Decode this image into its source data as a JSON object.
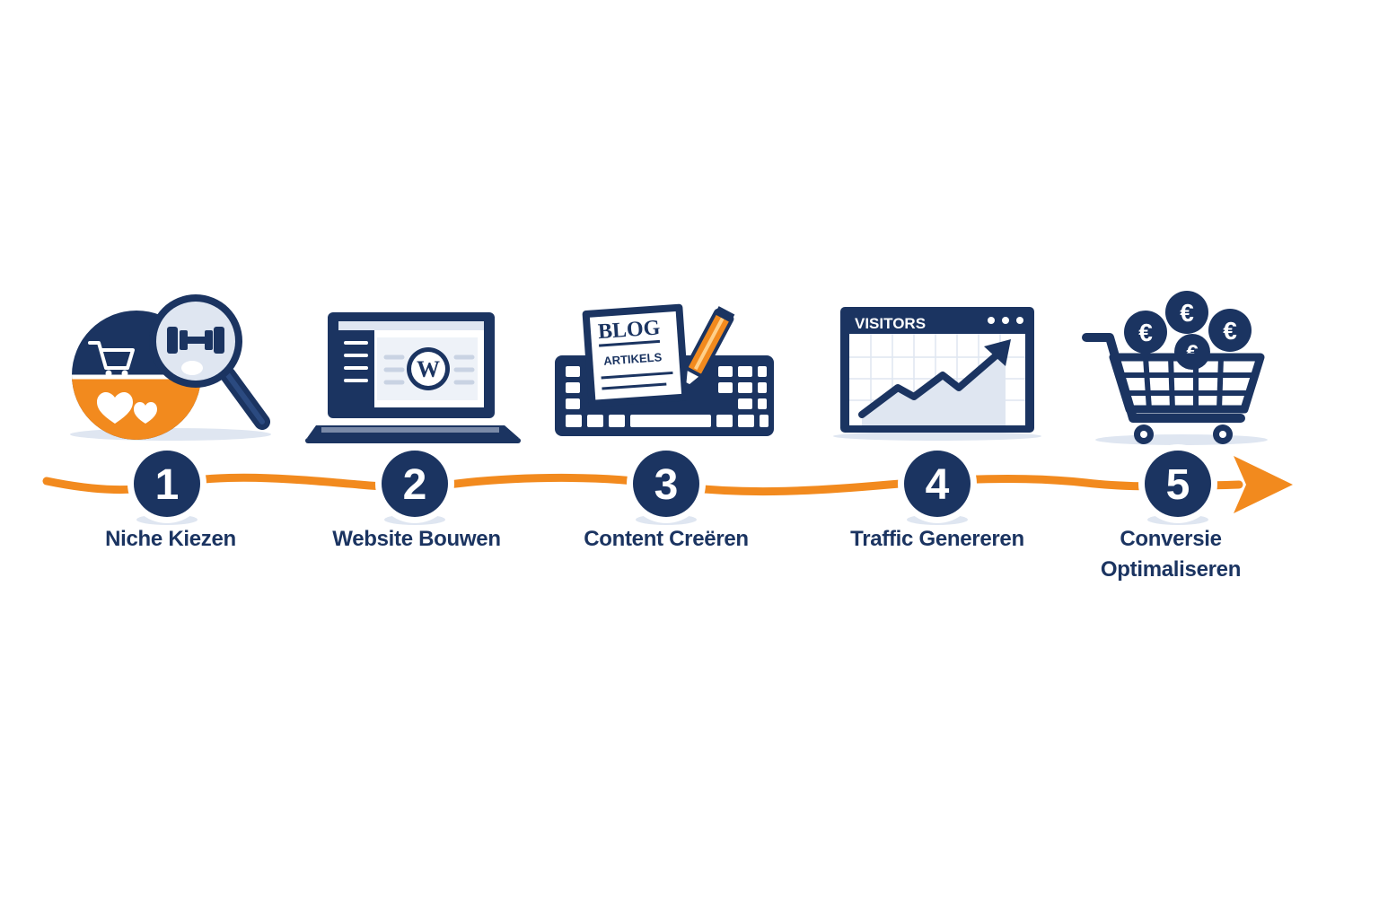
{
  "colors": {
    "navy": "#1b3461",
    "orange": "#f28a1e",
    "light": "#dfe6f1",
    "white": "#ffffff"
  },
  "steps": [
    {
      "number": "1",
      "label": [
        "Niche Kiezen"
      ],
      "icon": "niche-search-icon"
    },
    {
      "number": "2",
      "label": [
        "Website Bouwen"
      ],
      "icon": "wordpress-laptop-icon"
    },
    {
      "number": "3",
      "label": [
        "Content Creëren"
      ],
      "icon": "blog-keyboard-icon"
    },
    {
      "number": "4",
      "label": [
        "Traffic Genereren"
      ],
      "icon": "visitors-chart-icon"
    },
    {
      "number": "5",
      "label": [
        "Conversie",
        "Optimaliseren"
      ],
      "icon": "euro-cart-icon"
    }
  ],
  "icon_text": {
    "blog": "BLOG",
    "artikels": "ARTIKELS",
    "visitors": "VISITORS",
    "euro": "€"
  }
}
